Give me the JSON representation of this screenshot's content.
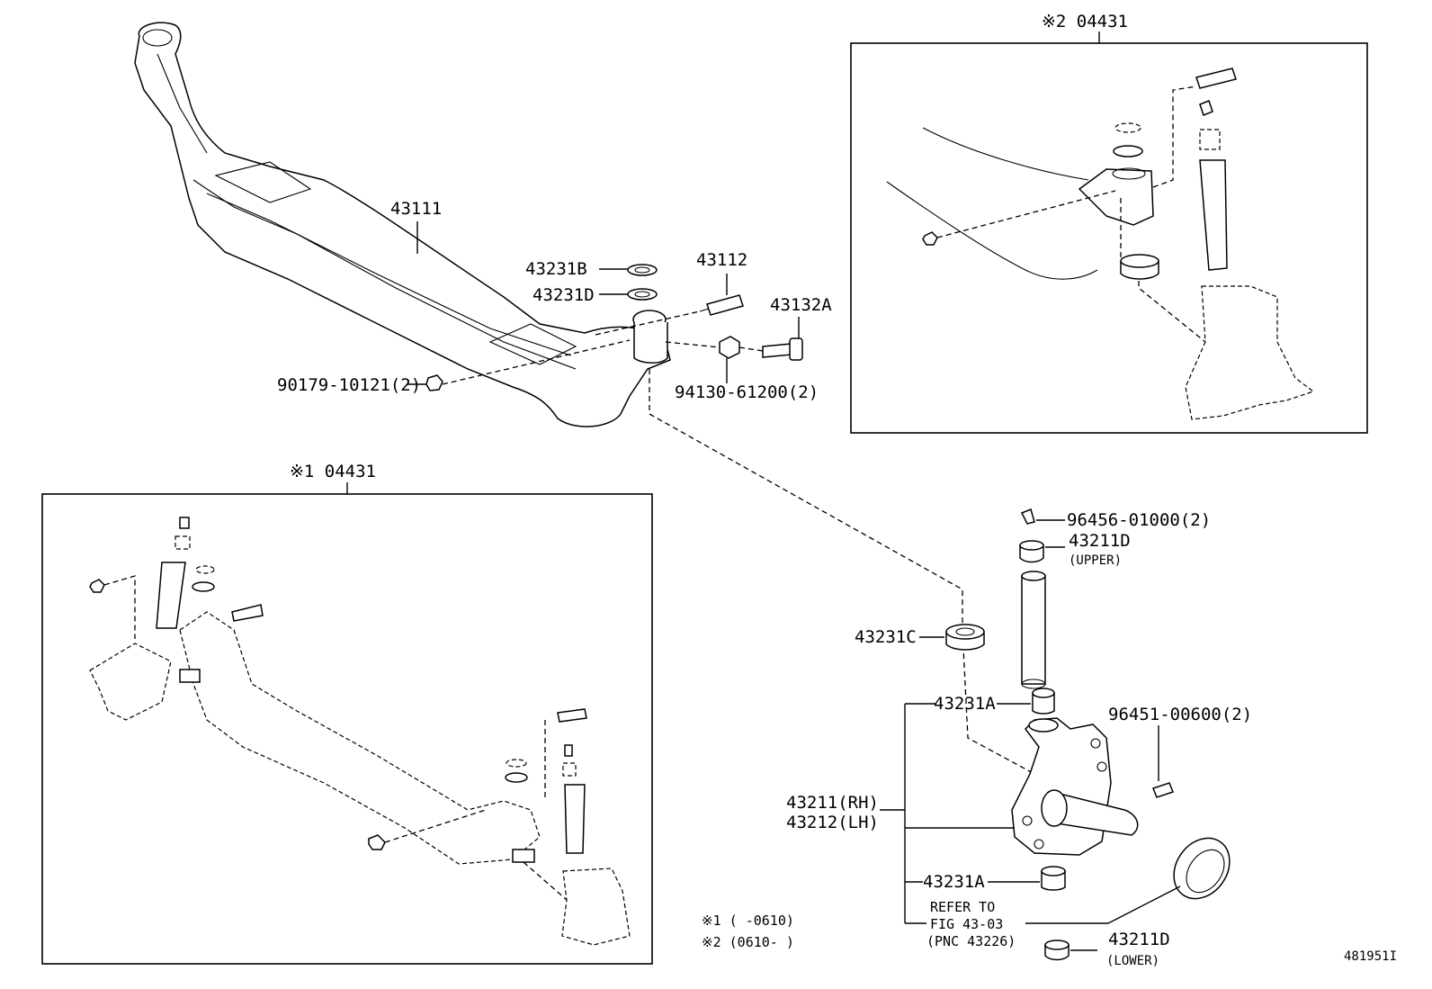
{
  "labels": {
    "p43111": "43111",
    "p43231B": "43231B",
    "p43231D": "43231D",
    "p43112": "43112",
    "p43132A": "43132A",
    "p90179": "90179-10121(2)",
    "p94130": "94130-61200(2)",
    "p96456": "96456-01000(2)",
    "p43211D_upper": "43211D",
    "upper": "(UPPER)",
    "p43231C": "43231C",
    "p43231A_top": "43231A",
    "p96451": "96451-00600(2)",
    "p43211_rh": "43211(RH)",
    "p43212_lh": "43212(LH)",
    "p43231A_bottom": "43231A",
    "refer_line1": "REFER TO",
    "refer_line2": "FIG 43-03",
    "refer_line3": "(PNC 43226)",
    "p43211D_lower": "43211D",
    "lower": "(LOWER)"
  },
  "insets": {
    "inset1_title": "※1 04431",
    "inset2_title": "※2 04431"
  },
  "notes": {
    "note1": "※1 (   -0610)",
    "note2": "※2 (0610-   )"
  },
  "drawing_id": "481951I"
}
